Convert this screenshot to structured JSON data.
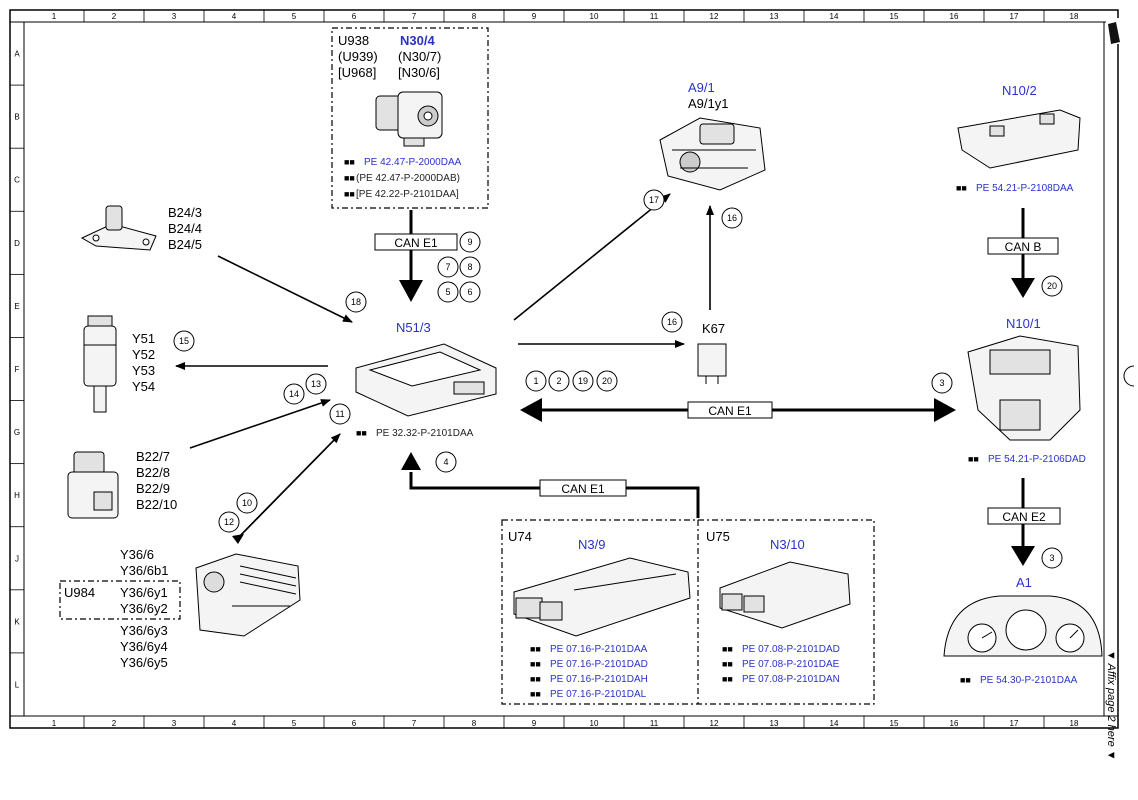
{
  "frame": {
    "columns": [
      "1",
      "2",
      "3",
      "4",
      "5",
      "6",
      "7",
      "8",
      "9",
      "10",
      "11",
      "12",
      "13",
      "14",
      "15",
      "16",
      "17",
      "18"
    ],
    "rows": [
      "A",
      "B",
      "C",
      "D",
      "E",
      "F",
      "G",
      "H",
      "J",
      "K",
      "L"
    ]
  },
  "side_note": "▼ Affix page 2 here ▼",
  "components": {
    "n30": {
      "l1a": "U938",
      "l1b": "N30/4",
      "l2a": "(U939)",
      "l2b": "(N30/7)",
      "l3a": "[U968]",
      "l3b": "[N30/6]",
      "refs": [
        "PE 42.47-P-2000DAA",
        "(PE 42.47-P-2000DAB)",
        "[PE 42.22-P-2101DAA]"
      ]
    },
    "a91": {
      "title": "A9/1",
      "sub": "A9/1y1"
    },
    "n102": {
      "title": "N10/2",
      "ref": "PE 54.21-P-2108DAA"
    },
    "n101": {
      "title": "N10/1",
      "ref": "PE 54.21-P-2106DAD"
    },
    "a1": {
      "title": "A1",
      "ref": "PE 54.30-P-2101DAA"
    },
    "n513": {
      "title": "N51/3",
      "ref": "PE 32.32-P-2101DAA"
    },
    "k67": {
      "title": "K67"
    },
    "b24": {
      "labels": [
        "B24/3",
        "B24/4",
        "B24/5"
      ]
    },
    "y5x": {
      "labels": [
        "Y51",
        "Y52",
        "Y53",
        "Y54"
      ]
    },
    "b22": {
      "labels": [
        "B22/7",
        "B22/8",
        "B22/9",
        "B22/10"
      ]
    },
    "y36": {
      "top": [
        "Y36/6",
        "Y36/6b1"
      ],
      "boxed_label": "U984",
      "boxed": [
        "Y36/6y1",
        "Y36/6y2"
      ],
      "bottom": [
        "Y36/6y3",
        "Y36/6y4",
        "Y36/6y5"
      ]
    },
    "n39": {
      "code": "U74",
      "title": "N3/9",
      "refs": [
        "PE 07.16-P-2101DAA",
        "PE 07.16-P-2101DAD",
        "PE 07.16-P-2101DAH",
        "PE 07.16-P-2101DAL"
      ]
    },
    "n310": {
      "code": "U75",
      "title": "N3/10",
      "refs": [
        "PE 07.08-P-2101DAD",
        "PE 07.08-P-2101DAE",
        "PE 07.08-P-2101DAN"
      ]
    }
  },
  "buses": {
    "top": "CAN E1",
    "main": "CAN E1",
    "bottom": "CAN E1",
    "b": "CAN B",
    "e2": "CAN E2"
  },
  "callouts": {
    "c9": "9",
    "c7": "7",
    "c8": "8",
    "c5": "5",
    "c6": "6",
    "c18": "18",
    "c17": "17",
    "c16a": "16",
    "c16b": "16",
    "c20a": "20",
    "c3a": "3",
    "c3b": "3",
    "c15": "15",
    "c14": "14",
    "c13": "13",
    "c11": "11",
    "c10": "10",
    "c12": "12",
    "c4": "4",
    "c1": "1",
    "c2": "2",
    "c19": "19",
    "c20b": "20"
  }
}
